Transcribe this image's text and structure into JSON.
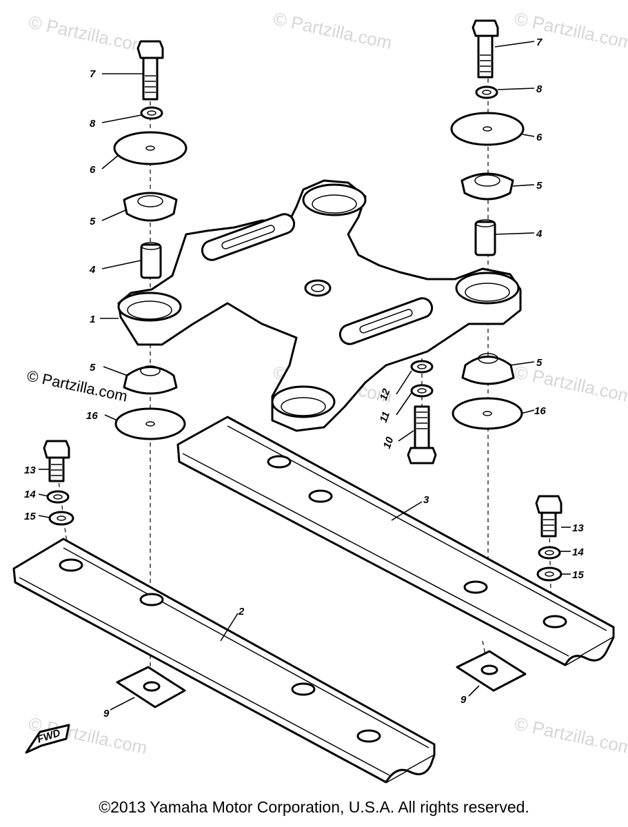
{
  "watermark_text": "© Partzilla.com",
  "copyright": "©2013 Yamaha Motor Corporation, U.S.A. All rights reserved.",
  "fwd_label": "FWD",
  "callouts": {
    "c7a": "7",
    "c8a": "8",
    "c6a": "6",
    "c5a": "5",
    "c4a": "4",
    "c1": "1",
    "c5b": "5",
    "c16a": "16",
    "c7b": "7",
    "c8b": "8",
    "c6b": "6",
    "c5c": "5",
    "c4b": "4",
    "c5d": "5",
    "c16b": "16",
    "c12": "12",
    "c11": "11",
    "c10": "10",
    "c3": "3",
    "c13a": "13",
    "c14a": "14",
    "c15a": "15",
    "c13b": "13",
    "c14b": "14",
    "c15b": "15",
    "c2": "2",
    "c9a": "9",
    "c9b": "9"
  }
}
